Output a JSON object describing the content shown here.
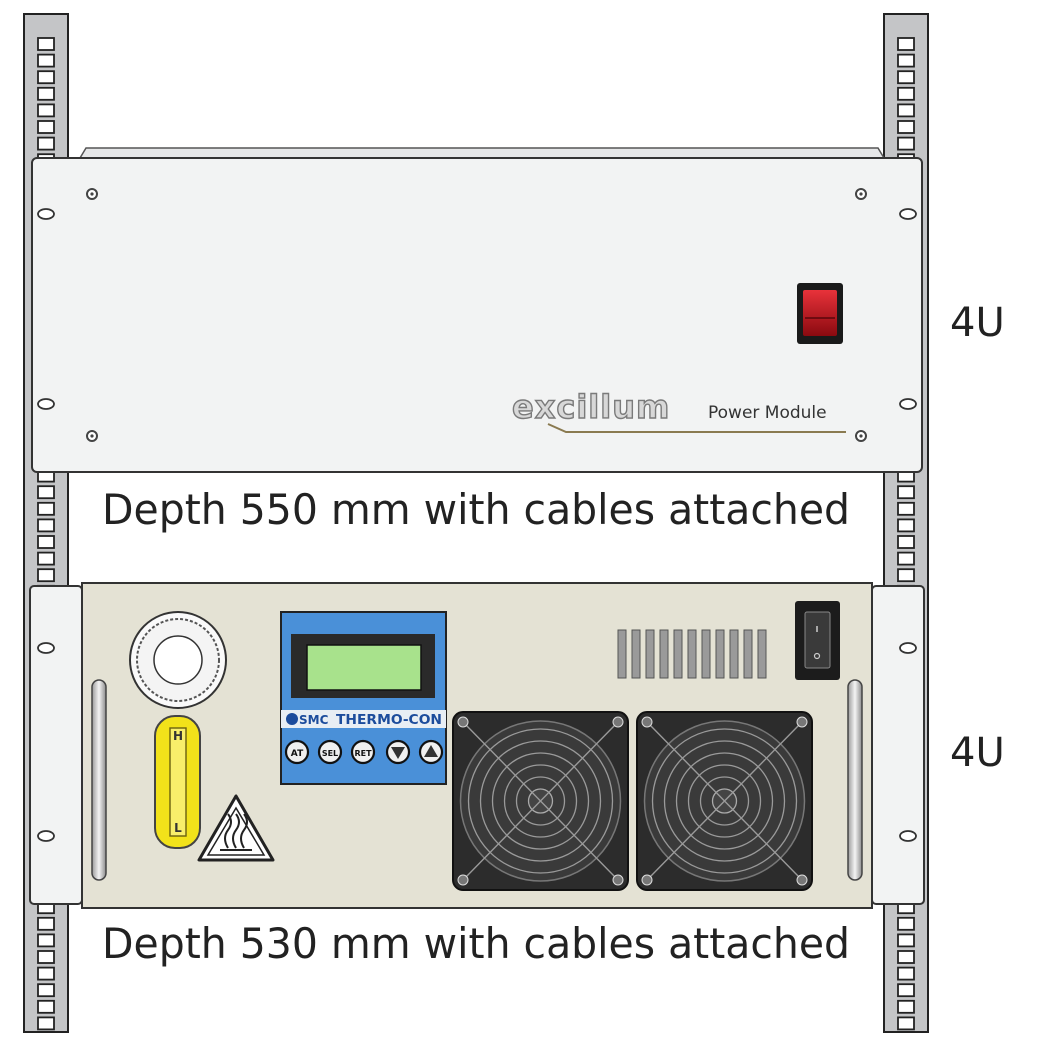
{
  "power_module": {
    "brand": "excillum",
    "model": "Power Module",
    "height_label": "4U",
    "depth_text": "Depth 550 mm with cables attached"
  },
  "chiller": {
    "controller_brand": "SMC",
    "controller_name": "THERMO-CON",
    "buttons": [
      "AT",
      "SEL",
      "RET"
    ],
    "level_high": "H",
    "level_low": "L",
    "height_label": "4U",
    "depth_text": "Depth 530 mm with cables attached"
  },
  "colors": {
    "power_panel": "#f2f3f3",
    "chiller_panel": "#e4e2d4",
    "controller_blue": "#4a90d8",
    "display_green": "#a8e28c",
    "switch_red": "#c0141c",
    "level_yellow": "#f2e21a",
    "fan_dark": "#2c2c2c"
  }
}
